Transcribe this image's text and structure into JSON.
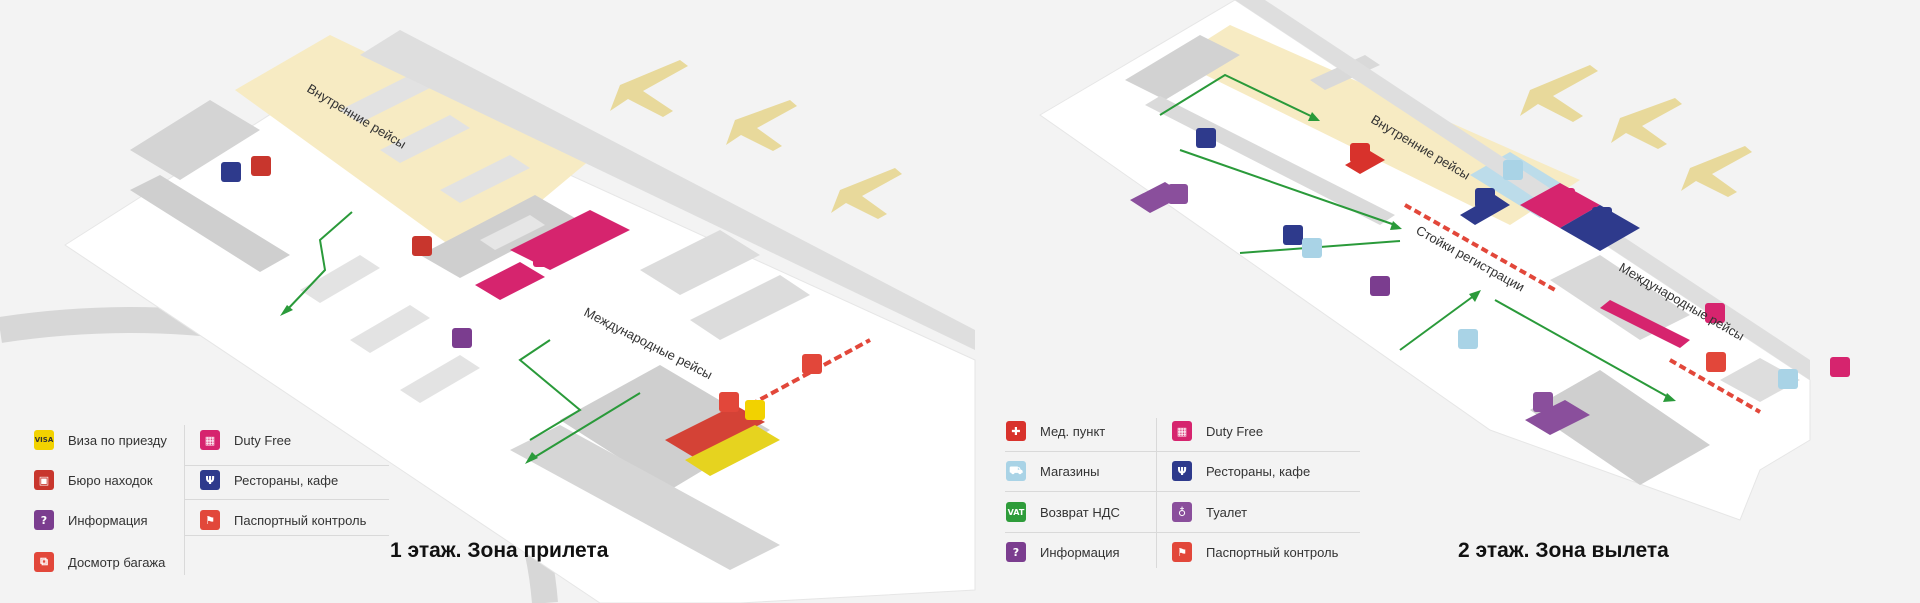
{
  "floor1": {
    "title": "1 этаж. Зона прилета",
    "label_domestic": "Внутренние рейсы",
    "label_international": "Международные рейсы",
    "legend_left": [
      {
        "label": "Виза по приезду",
        "icon": "visa-icon",
        "color": "#f2d200"
      },
      {
        "label": "Бюро находок",
        "icon": "lost-and-found-icon",
        "color": "#c8362d"
      },
      {
        "label": "Информация",
        "icon": "info-icon",
        "color": "#7b3d8f"
      },
      {
        "label": "Досмотр багажа",
        "icon": "baggage-check-icon",
        "color": "#e2473a"
      }
    ],
    "legend_right": [
      {
        "label": "Duty Free",
        "icon": "duty-free-icon",
        "color": "#d6246e"
      },
      {
        "label": "Рестораны, кафе",
        "icon": "restaurant-icon",
        "color": "#2e3a8c"
      },
      {
        "label": "Паспортный контроль",
        "icon": "passport-control-icon",
        "color": "#e2473a"
      }
    ]
  },
  "floor2": {
    "title": "2 этаж. Зона вылета",
    "label_domestic": "Внутренние рейсы",
    "label_checkin": "Стойки регистрации",
    "label_international": "Международные рейсы",
    "legend_left": [
      {
        "label": "Мед. пункт",
        "icon": "medical-icon",
        "color": "#d8322c"
      },
      {
        "label": "Магазины",
        "icon": "shop-icon",
        "color": "#a9d3e6"
      },
      {
        "label": "Возврат НДС",
        "icon": "vat-refund-icon",
        "color": "#2e9c3a"
      },
      {
        "label": "Информация",
        "icon": "info-icon",
        "color": "#7b3d8f"
      }
    ],
    "legend_right": [
      {
        "label": "Duty Free",
        "icon": "duty-free-icon",
        "color": "#d6246e"
      },
      {
        "label": "Рестораны, кафе",
        "icon": "restaurant-icon",
        "color": "#2e3a8c"
      },
      {
        "label": "Туалет",
        "icon": "toilet-icon",
        "color": "#8a4f9c"
      },
      {
        "label": "Паспортный контроль",
        "icon": "passport-control-icon",
        "color": "#e2473a"
      }
    ]
  },
  "icon_text": {
    "visa": "VISA",
    "vat": "VAT"
  }
}
